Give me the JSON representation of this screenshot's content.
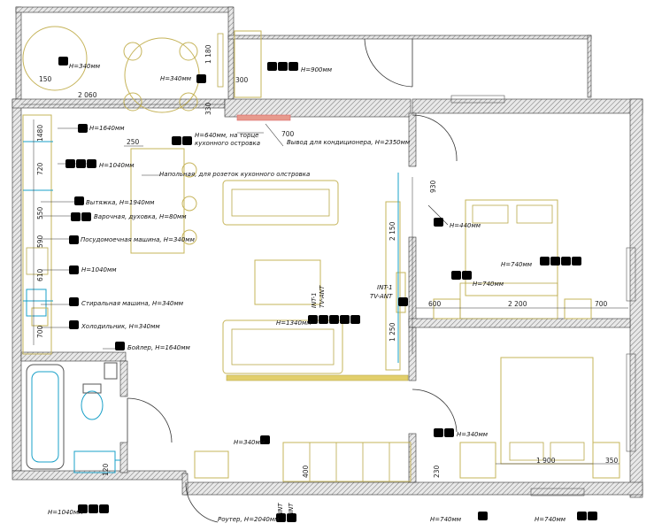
{
  "dimensions": {
    "d2060": "2 060",
    "d1180": "1 180",
    "d300": "300",
    "d330": "330",
    "d150": "150",
    "d700a": "700",
    "d250": "250",
    "d1480": "1480",
    "d720": "720",
    "d550": "550",
    "d590": "590",
    "d610": "610",
    "d700b": "700",
    "d930": "930",
    "d2150": "2 150",
    "d1250": "1 250",
    "d600": "600",
    "d2200": "2 200",
    "d700c": "700",
    "d1900": "1 900",
    "d350": "350",
    "d120": "120",
    "d230": "230",
    "d400": "400"
  },
  "labels": {
    "h340_balcony": "H=340мм",
    "h340_kitchen": "H=340мм",
    "h900": "H=900мм",
    "h1640": "H=1640мм",
    "h640": "H=640мм, на торце",
    "h640b": "кухонного островка",
    "h1040": "H=1040мм",
    "aircon": "Вывод для кондиционера, H=2350мм",
    "floor_socket": "Напольная, для розеток кухонного олстровка",
    "hood": "Вытяжка, H=1940мм",
    "stove": "Варочная, духовка, H=80мм",
    "dishwasher": "Посудомоечная машина, H=340мм",
    "h1040b": "H=1040мм",
    "washer": "Стиральная машина, H=340мм",
    "fridge": "Холодильник, H=340мм",
    "boiler": "Бойлер, H=1640мм",
    "int_tv_1": "INT-1",
    "int_tv_2": "TV-ANT",
    "int_tv_3": "INT-1",
    "int_tv_4": "TV-ANT",
    "h1340": "H=1340мм",
    "h440": "H=440мм",
    "h740_bed1": "H=740мм",
    "h740_bed1b": "H=740мм",
    "h340_hall": "H=340мм",
    "h340_bed2": "H=340мм",
    "h1040_bath": "H=1040мм",
    "router": "Роутер, H=2040мм",
    "int_hall1": "INT",
    "int_hall2": "INT",
    "h740_bottom1": "H=740мм",
    "h740_bottom2": "H=740мм"
  }
}
